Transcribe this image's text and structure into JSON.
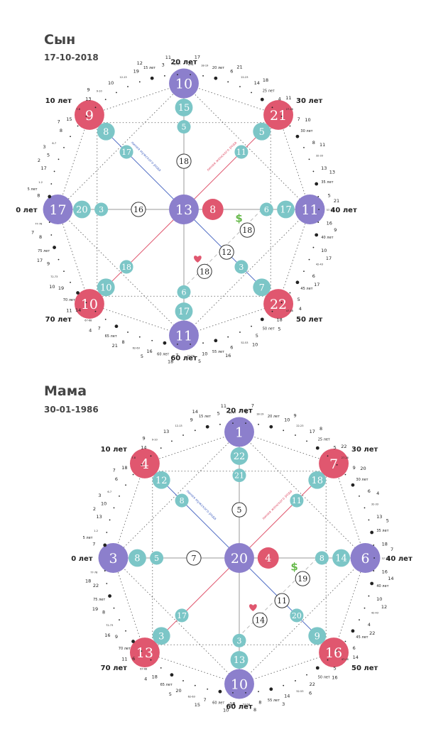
{
  "colors": {
    "purple": "#8c7fcc",
    "red": "#e0576f",
    "teal": "#7cc6c7",
    "white": "#ffffff",
    "green": "#67b94b",
    "heart": "#e0576f"
  },
  "icons": {
    "money": "$",
    "heart": "heart-icon"
  },
  "charts": [
    {
      "name": "Сын",
      "date": "17-10-2018",
      "age_labels": {
        "a0": "0 лет",
        "a10": "10 лет",
        "a20": "20 лет",
        "a30": "30 лет",
        "a40": "40 лет",
        "a50": "50 лет",
        "a60": "60 лет",
        "a70": "70 лет"
      },
      "outer": {
        "left": "17",
        "top": "10",
        "right": "11",
        "bottom": "11",
        "tl": "9",
        "tr": "21",
        "br": "22",
        "bl": "10"
      },
      "inner1": {
        "left": "20",
        "top": "15",
        "right": "17",
        "bottom": "17",
        "tl": "8",
        "tr": "5",
        "br": "7",
        "bl": "10"
      },
      "inner2": {
        "left": "3",
        "top": "5",
        "right": "6",
        "bottom": "6",
        "tl": "17",
        "tr": "11",
        "br": "3",
        "bl": "18"
      },
      "center": "13",
      "center_right": "8",
      "mid_left": "16",
      "mid_top": "18",
      "money": "18",
      "heart": "18",
      "cross": "12",
      "line_labels": {
        "tl": "линия мужского рода",
        "tr": "линия женского рода"
      },
      "ring": [
        [
          "8",
          "5 лет"
        ],
        [
          "1-2",
          ""
        ],
        [
          "17",
          "2"
        ],
        [
          "5",
          "3"
        ],
        [
          "6-7",
          ""
        ],
        [
          "8",
          "7"
        ],
        [
          "15",
          ""
        ],
        [
          "7-8",
          ""
        ],
        [
          "13",
          "9"
        ],
        [
          "9-10",
          ""
        ],
        [
          "10",
          ""
        ],
        [
          "12-13",
          ""
        ],
        [
          "19",
          "12"
        ],
        [
          "15 лет",
          ""
        ],
        [
          "3",
          "11"
        ],
        [
          "16-17",
          ""
        ],
        [
          "21",
          "17"
        ],
        [
          "18-19",
          ""
        ],
        [
          "20 лет",
          ""
        ],
        [
          "6",
          "21"
        ],
        [
          "22-23",
          ""
        ],
        [
          "14",
          "18"
        ],
        [
          "25 лет",
          ""
        ],
        [
          "4",
          "11"
        ],
        [
          "27-28",
          ""
        ],
        [
          "7",
          "10"
        ],
        [
          "30 лет",
          ""
        ],
        [
          "8",
          "11"
        ],
        [
          "32-33",
          ""
        ],
        [
          "13",
          "13"
        ],
        [
          "35 лет",
          ""
        ],
        [
          "5",
          "21"
        ],
        [
          "37-38",
          ""
        ],
        [
          "16",
          "9"
        ],
        [
          "40 лет",
          ""
        ],
        [
          "10",
          "17"
        ],
        [
          "42-43",
          ""
        ],
        [
          "6",
          "17"
        ],
        [
          "45 лет",
          ""
        ],
        [
          "5",
          "4"
        ],
        [
          "47-48",
          ""
        ],
        [
          "18",
          "5"
        ],
        [
          "50 лет",
          ""
        ],
        [
          "5",
          "10"
        ],
        [
          "52-53",
          ""
        ],
        [
          "6",
          "16"
        ],
        [
          "55 лет",
          ""
        ],
        [
          "10",
          "5"
        ],
        [
          "57-58",
          ""
        ],
        [
          "7",
          "18"
        ],
        [
          "60 лет",
          ""
        ],
        [
          "16",
          "5"
        ],
        [
          "62-63",
          ""
        ],
        [
          "8",
          "21"
        ],
        [
          "65 лет",
          ""
        ],
        [
          "7",
          "4"
        ],
        [
          "67-68",
          ""
        ],
        [
          "14",
          "11"
        ],
        [
          "70 лет",
          ""
        ],
        [
          "19",
          "10"
        ],
        [
          "72-73",
          ""
        ],
        [
          "9",
          "17"
        ],
        [
          "75 лет",
          ""
        ],
        [
          "8",
          "7"
        ],
        [
          "77-78",
          ""
        ]
      ]
    },
    {
      "name": "Мама",
      "date": "30-01-1986",
      "age_labels": {
        "a0": "0 лет",
        "a10": "10 лет",
        "a20": "20 лет",
        "a30": "30 лет",
        "a40": "40 лет",
        "a50": "50 лет",
        "a60": "60 лет",
        "a70": "70 лет"
      },
      "outer": {
        "left": "3",
        "top": "1",
        "right": "6",
        "bottom": "10",
        "tl": "4",
        "tr": "7",
        "br": "16",
        "bl": "13"
      },
      "inner1": {
        "left": "8",
        "top": "22",
        "right": "14",
        "bottom": "13",
        "tl": "12",
        "tr": "18",
        "br": "9",
        "bl": "3"
      },
      "inner2": {
        "left": "5",
        "top": "21",
        "right": "8",
        "bottom": "3",
        "tl": "8",
        "tr": "11",
        "br": "20",
        "bl": "17"
      },
      "center": "20",
      "center_right": "4",
      "mid_left": "7",
      "mid_top": "5",
      "money": "19",
      "heart": "14",
      "cross": "11",
      "line_labels": {
        "tl": "линия мужского рода",
        "tr": "линия женского рода"
      },
      "ring": [
        [
          "7",
          "5 лет"
        ],
        [
          "1-2",
          ""
        ],
        [
          "13",
          "2"
        ],
        [
          "10",
          "3"
        ],
        [
          "6-7",
          ""
        ],
        [
          "6",
          "7"
        ],
        [
          "18",
          ""
        ],
        [
          "7-8",
          ""
        ],
        [
          "14",
          "9"
        ],
        [
          "9-10",
          ""
        ],
        [
          "13",
          ""
        ],
        [
          "12-13",
          ""
        ],
        [
          "9",
          "14"
        ],
        [
          "15 лет",
          ""
        ],
        [
          "5",
          "11"
        ],
        [
          "16-17",
          ""
        ],
        [
          "6",
          "7"
        ],
        [
          "18-19",
          ""
        ],
        [
          "20 лет",
          ""
        ],
        [
          "10",
          "9"
        ],
        [
          "22-23",
          ""
        ],
        [
          "17",
          "8"
        ],
        [
          "25 лет",
          ""
        ],
        [
          "5",
          "22"
        ],
        [
          "27-28",
          ""
        ],
        [
          "9",
          "20"
        ],
        [
          "30 лет",
          ""
        ],
        [
          "6",
          "4"
        ],
        [
          "32-33",
          ""
        ],
        [
          "13",
          "5"
        ],
        [
          "35 лет",
          ""
        ],
        [
          "18",
          "7"
        ],
        [
          "37-38",
          ""
        ],
        [
          "16",
          "14"
        ],
        [
          "40 лет",
          ""
        ],
        [
          "10",
          "12"
        ],
        [
          "42-43",
          ""
        ],
        [
          "4",
          "22"
        ],
        [
          "45 лет",
          ""
        ],
        [
          "6",
          "14"
        ],
        [
          "47-48",
          ""
        ],
        [
          "5",
          "16"
        ],
        [
          "50 лет",
          ""
        ],
        [
          "22",
          "6"
        ],
        [
          "52-53",
          ""
        ],
        [
          "14",
          "3"
        ],
        [
          "55 лет",
          ""
        ],
        [
          "8",
          "8"
        ],
        [
          "57-58",
          ""
        ],
        [
          "18",
          "10"
        ],
        [
          "60 лет",
          ""
        ],
        [
          "7",
          "15"
        ],
        [
          "62-63",
          ""
        ],
        [
          "20",
          "5"
        ],
        [
          "65 лет",
          ""
        ],
        [
          "18",
          "4"
        ],
        [
          "67-68",
          ""
        ],
        [
          "6",
          "11"
        ],
        [
          "70 лет",
          ""
        ],
        [
          "9",
          "16"
        ],
        [
          "72-73",
          ""
        ],
        [
          "8",
          "19"
        ],
        [
          "75 лет",
          ""
        ],
        [
          "22",
          "18"
        ],
        [
          "77-78",
          ""
        ]
      ]
    }
  ]
}
